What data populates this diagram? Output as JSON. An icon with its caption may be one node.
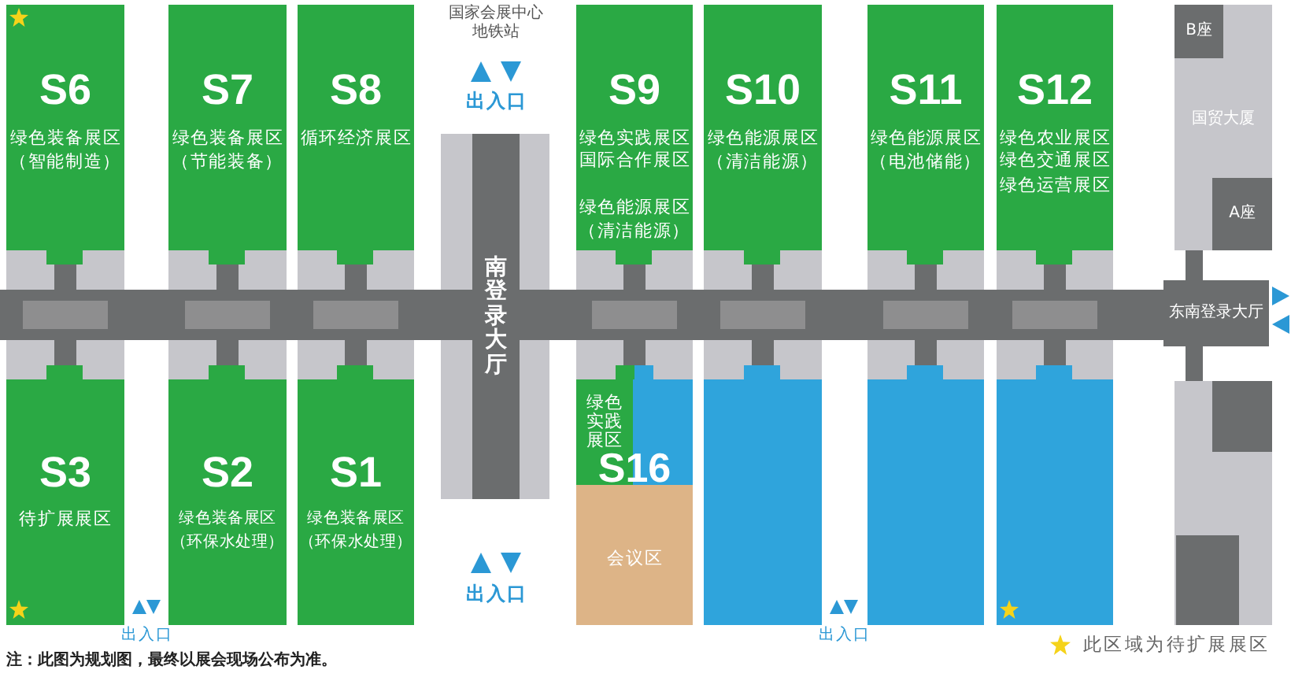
{
  "diagram": {
    "nodes": [
      {
        "text": [
          "S6",
          "绿色装备展区（智能制造）"
        ]
      },
      {
        "text": [
          "S7",
          "绿色装备展区（节能装备）"
        ]
      },
      {
        "text": [
          "S8",
          "循环经济展区"
        ]
      },
      {
        "text": [
          "南登录大厅"
        ]
      },
      {
        "text": [
          "S9",
          "绿色实践展区",
          "国际合作展区",
          "绿色能源展区（清洁能源）"
        ]
      },
      {
        "text": [
          "S10",
          "绿色能源展区（清洁能源）"
        ]
      },
      {
        "text": [
          "S11",
          "绿色能源展区（电池储能）"
        ]
      },
      {
        "text": [
          "S12",
          "绿色农业展区",
          "绿色交通展区",
          "绿色运营展区"
        ]
      },
      {
        "text": [
          "国贸大厦"
        ]
      },
      {
        "text": [
          "B座"
        ],
        "in": 8
      },
      {
        "text": [
          "A座"
        ],
        "in": 8
      },
      {
        "text": [
          "东南登录大厅"
        ]
      },
      {
        "text": [
          "S3",
          "待扩展展区"
        ]
      },
      {
        "text": [
          "S2",
          "绿色装备展区（环保水处理）"
        ]
      },
      {
        "text": [
          "S1",
          "绿色装备展区（环保水处理）"
        ]
      },
      {
        "text": [
          "S16"
        ]
      },
      {
        "text": [
          "绿色实践展区"
        ],
        "in": 15
      },
      {
        "text": [],
        "shape": "box",
        "in": 15
      },
      {
        "text": [
          "会议区"
        ],
        "in": 15
      },
      {
        "text": [],
        "shape": "box"
      },
      {
        "text": [],
        "shape": "box"
      },
      {
        "text": [],
        "shape": "box"
      },
      {
        "text": [],
        "shape": "box"
      },
      {
        "text": [],
        "shape": "box",
        "in": 22
      },
      {
        "text": [],
        "shape": "box",
        "in": 22
      }
    ],
    "labels": [
      "国家会展中心地铁站",
      "出入口",
      "出入口",
      "出入口",
      "出入口",
      "注：此图为规划图，最终以展会现场公布为准。"
    ],
    "legend": [
      {
        "text": "此区域为待扩展展区"
      }
    ]
  }
}
